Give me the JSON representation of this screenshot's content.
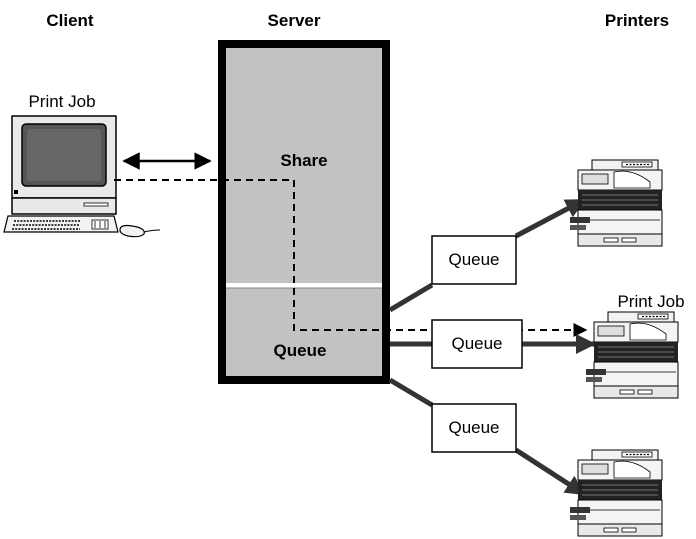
{
  "headers": {
    "client": "Client",
    "server": "Server",
    "printers": "Printers"
  },
  "client": {
    "label": "Print Job"
  },
  "server": {
    "share_label": "Share",
    "queue_label": "Queue"
  },
  "queues": [
    {
      "label": "Queue"
    },
    {
      "label": "Queue"
    },
    {
      "label": "Queue"
    }
  ],
  "printer_label": "Print Job",
  "colors": {
    "server_fill": "#c2c2c2",
    "line": "#333333",
    "background": "#ffffff"
  },
  "icons": [
    "computer-icon",
    "printer-icon"
  ]
}
